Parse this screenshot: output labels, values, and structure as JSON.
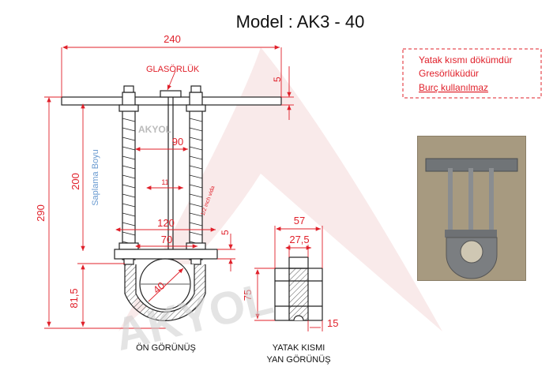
{
  "title": "Model : AK3 - 40",
  "note": {
    "lines": [
      "Yatak kısmı dökümdür",
      "Gresörlüküdür",
      "Burç kullanılmaz"
    ]
  },
  "front": {
    "dim_width": "240",
    "dim_plate": "5",
    "dim_rod_gap": "90",
    "dim_height": "200",
    "dim_rod_label": "Saplama Boyu",
    "dim_total": "290",
    "dim_inner": "11",
    "dim_thread": "1/2 inch vida",
    "dim_120": "120",
    "dim_70": "70",
    "dim_5b": "5",
    "dim_diameter": "40",
    "dim_bottom": "81,5",
    "grease_label": "GLASÖRLÜK",
    "view_label": "ÖN GÖRÜNÜŞ"
  },
  "side": {
    "dim_57": "57",
    "dim_27": "27,5",
    "dim_75": "75",
    "dim_15": "15",
    "view_label_1": "YATAK KISMI",
    "view_label_2": "YAN GÖRÜNÜŞ"
  },
  "watermark": "AKYOL",
  "colors": {
    "dimension": "#e0202a",
    "line": "#222222",
    "note_border": "#e0202a",
    "hint": "#6a9ad0"
  }
}
